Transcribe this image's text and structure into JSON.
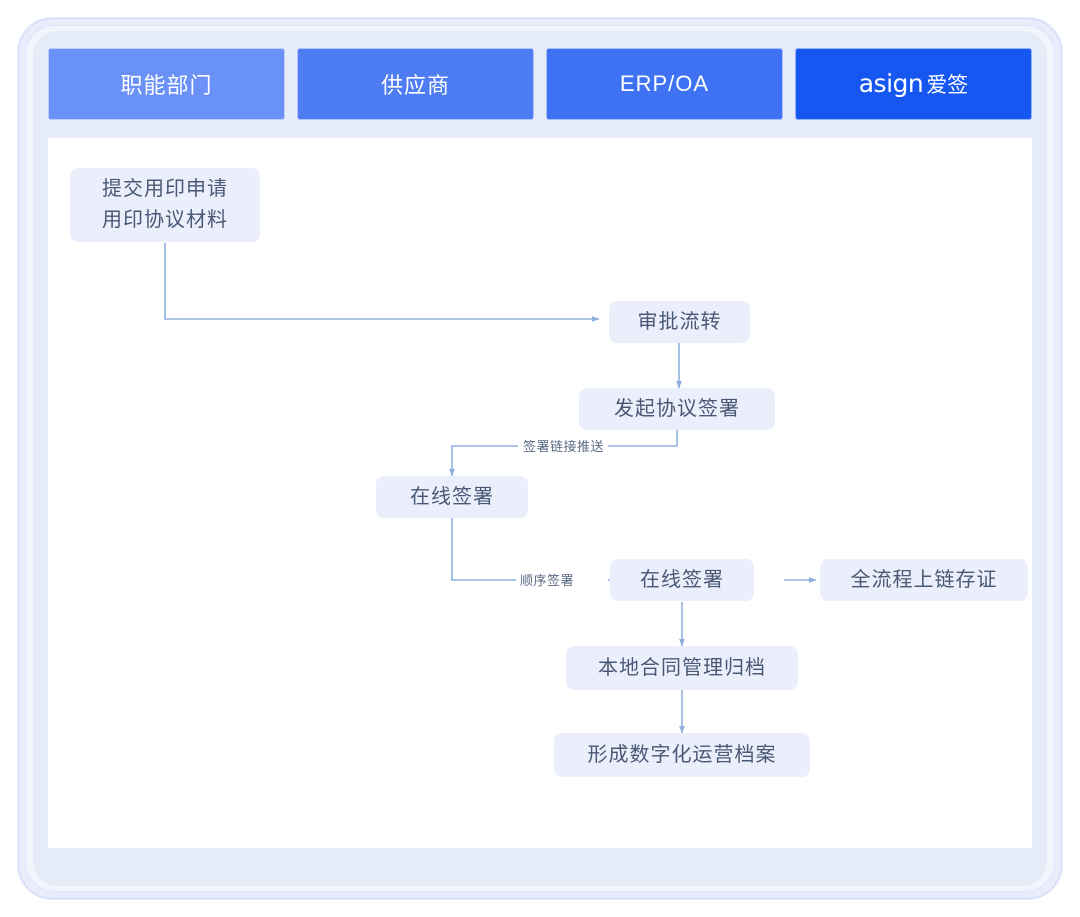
{
  "header": {
    "tabs": [
      {
        "label": "职能部门",
        "color": "#6a91f7",
        "type": "text"
      },
      {
        "label": "供应商",
        "color": "#4d7cf3",
        "type": "text"
      },
      {
        "label": "ERP/OA",
        "color": "#3f72f2",
        "type": "text"
      },
      {
        "label": "asign爱签",
        "color": "#1557f0",
        "type": "logo",
        "logo_latin": "asign",
        "logo_cn": "爱签"
      }
    ]
  },
  "flow": {
    "nodes": [
      {
        "id": "submit",
        "label": "提交用印申请\n用印协议材料",
        "lane": "职能部门"
      },
      {
        "id": "approval",
        "label": "审批流转",
        "lane": "ERP/OA"
      },
      {
        "id": "initiate",
        "label": "发起协议签署",
        "lane": "ERP/OA"
      },
      {
        "id": "sign1",
        "label": "在线签署",
        "lane": "供应商"
      },
      {
        "id": "sign2",
        "label": "在线签署",
        "lane": "ERP/OA"
      },
      {
        "id": "blockchain",
        "label": "全流程上链存证",
        "lane": "asign爱签"
      },
      {
        "id": "archive",
        "label": "本地合同管理归档",
        "lane": "ERP/OA"
      },
      {
        "id": "digital",
        "label": "形成数字化运营档案",
        "lane": "ERP/OA"
      }
    ],
    "edges": [
      {
        "from": "submit",
        "to": "approval",
        "label": ""
      },
      {
        "from": "approval",
        "to": "initiate",
        "label": ""
      },
      {
        "from": "initiate",
        "to": "sign1",
        "label": "签署链接推送"
      },
      {
        "from": "sign1",
        "to": "sign2",
        "label": "顺序签署"
      },
      {
        "from": "sign2",
        "to": "blockchain",
        "label": ""
      },
      {
        "from": "sign2",
        "to": "archive",
        "label": ""
      },
      {
        "from": "archive",
        "to": "digital",
        "label": ""
      }
    ],
    "edge_labels": [
      "签署链接推送",
      "顺序签署"
    ]
  },
  "colors": {
    "node_fill": "#eaeffb",
    "node_text": "#4a5875",
    "connector": "#8fb0df",
    "canvas": "#ffffff",
    "header_band": "#e6ecf7",
    "frame_border": "#cfd6f6"
  }
}
